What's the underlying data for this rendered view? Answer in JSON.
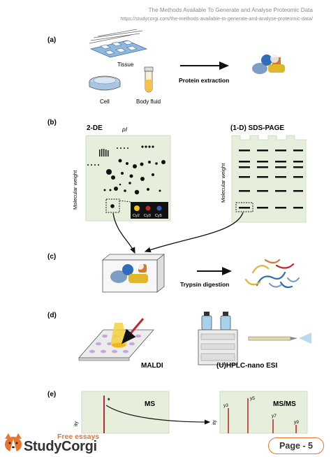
{
  "header": {
    "title": "The Methods Available To Generate and Analyse Proteomic Data",
    "url": "https://studycorgi.com/the-methods-available-to-generate-and-analyse-proteomic-data/"
  },
  "panels": {
    "a": {
      "label": "(a)",
      "tissue": "Tissue",
      "cell": "Cell",
      "body_fluid": "Body fluid",
      "step": "Protein extraction"
    },
    "b": {
      "label": "(b)",
      "two_de": "2-DE",
      "pi": "pI",
      "mw_left": "Molecular weight",
      "mw_right": "Molecular weight",
      "sds": "(1-D) SDS-PAGE",
      "cy2": "Cy2",
      "cy3": "Cy3",
      "cy5": "Cy5"
    },
    "c": {
      "label": "(c)",
      "step": "Trypsin digestion"
    },
    "d": {
      "label": "(d)",
      "maldi": "MALDI",
      "esi": "(U)HPLC-nano ESI"
    },
    "e": {
      "label": "(e)",
      "ms": "MS",
      "msms": "MS/MS",
      "star": "*",
      "ity": "ity",
      "y3": "y3",
      "y5": "y5",
      "y7": "y7",
      "y9": "y9"
    }
  },
  "footer": {
    "free": "Free essays",
    "brand": "StudyCorgi",
    "page": "Page - 5"
  },
  "colors": {
    "accent": "#e8752b",
    "gel": "#e6efdc",
    "red": "#c0282a"
  }
}
